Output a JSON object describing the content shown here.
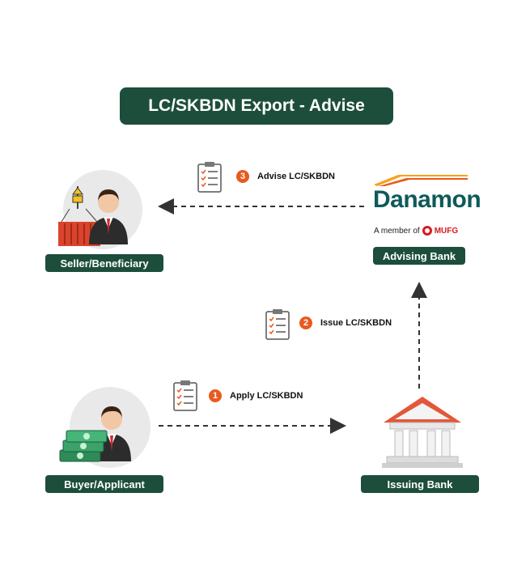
{
  "title": "LC/SKBDN Export - Advise",
  "nodes": {
    "seller": "Seller/Beneficiary",
    "advising_bank": "Advising Bank",
    "buyer": "Buyer/Applicant",
    "issuing_bank": "Issuing Bank"
  },
  "steps": [
    {
      "number": "1",
      "label": "Apply LC/SKBDN"
    },
    {
      "number": "2",
      "label": "Issue LC/SKBDN"
    },
    {
      "number": "3",
      "label": "Advise LC/SKBDN"
    }
  ],
  "logo": {
    "brand": "Danamon",
    "member_text": "A member of",
    "group": "MUFG"
  },
  "colors": {
    "label_bg": "#1d4e3b",
    "badge": "#e85a1e",
    "arrow": "#333333"
  },
  "icons": [
    "document-checklist-icon",
    "container-crane-icon",
    "businessman-icon",
    "money-stack-icon",
    "bank-building-icon"
  ]
}
